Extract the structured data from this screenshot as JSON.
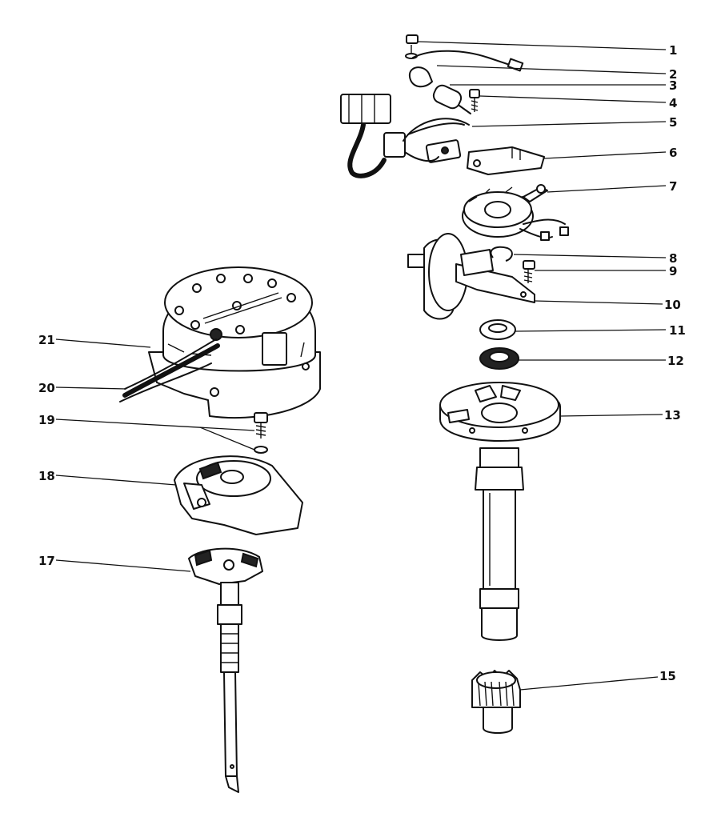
{
  "diagram": {
    "callouts": [
      {
        "id": "c1",
        "label": "1"
      },
      {
        "id": "c2",
        "label": "2"
      },
      {
        "id": "c3",
        "label": "3"
      },
      {
        "id": "c4",
        "label": "4"
      },
      {
        "id": "c5",
        "label": "5"
      },
      {
        "id": "c6",
        "label": "6"
      },
      {
        "id": "c7",
        "label": "7"
      },
      {
        "id": "c8",
        "label": "8"
      },
      {
        "id": "c9",
        "label": "9"
      },
      {
        "id": "c10",
        "label": "10"
      },
      {
        "id": "c11",
        "label": "11"
      },
      {
        "id": "c12",
        "label": "12"
      },
      {
        "id": "c13",
        "label": "13"
      },
      {
        "id": "c15",
        "label": "15"
      },
      {
        "id": "c17",
        "label": "17"
      },
      {
        "id": "c18",
        "label": "18"
      },
      {
        "id": "c19",
        "label": "19"
      },
      {
        "id": "c20",
        "label": "20"
      },
      {
        "id": "c21",
        "label": "21"
      }
    ]
  }
}
